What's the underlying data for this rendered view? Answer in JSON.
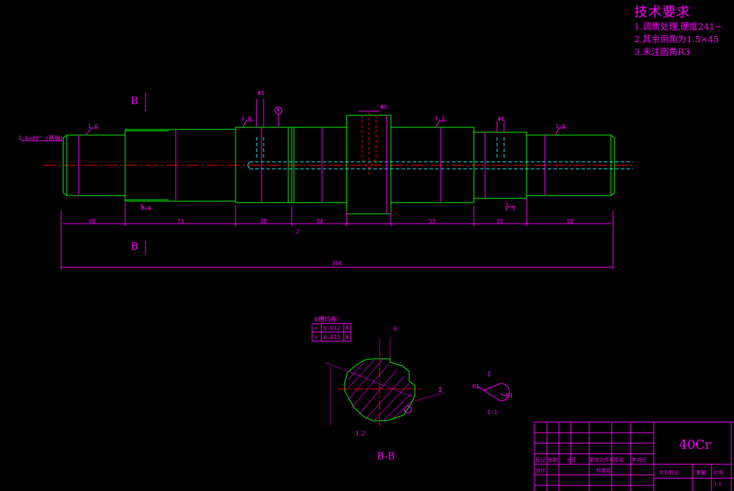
{
  "requirements": {
    "title": "技术要求",
    "items": [
      "1.调质处理,硬度241~",
      "2.其余倒角为1.5×45",
      "3.未注圆角R3"
    ]
  },
  "section_marks": {
    "top": "B",
    "bottom": "B",
    "view": "B-B"
  },
  "dimensions": {
    "lengths": [
      "48",
      "73",
      "38",
      "34",
      "55",
      "35",
      "58",
      "2"
    ],
    "overall": "368",
    "chamfer_note": "1.6×45° (两端)",
    "key_width_1": "Φ8",
    "key_width_2": "Φ8",
    "key_width_3": "Φ5",
    "roughness": [
      "1.6",
      "1.6",
      "3.2",
      "1.6",
      "6.3",
      "6.3"
    ],
    "datum": "A"
  },
  "detail": {
    "label": "I",
    "scale": "5:1",
    "r1": "R1",
    "r2": "R1"
  },
  "spline_view": {
    "note": "6槽均布",
    "tolerances": [
      {
        "symbol": "=",
        "value": "0.012",
        "datum": "A"
      },
      {
        "symbol": "⌖",
        "value": "0.015",
        "datum": "A"
      }
    ],
    "callout": "I",
    "width_label": "6",
    "rough": "3.2"
  },
  "title_block": {
    "material": "40Cr",
    "headers": [
      "标记",
      "处数",
      "分区",
      "更改文件号",
      "签名",
      "年月日"
    ],
    "row2": [
      "设计",
      "标准化"
    ],
    "row3": [
      "阶段标记",
      "重量",
      "比例"
    ],
    "scale": "1:1"
  },
  "colors": {
    "outline": "#00ff00",
    "dim": "#ff00ff",
    "center": "#ff0000",
    "hidden": "#00ffff",
    "text": "#ff00ff"
  }
}
